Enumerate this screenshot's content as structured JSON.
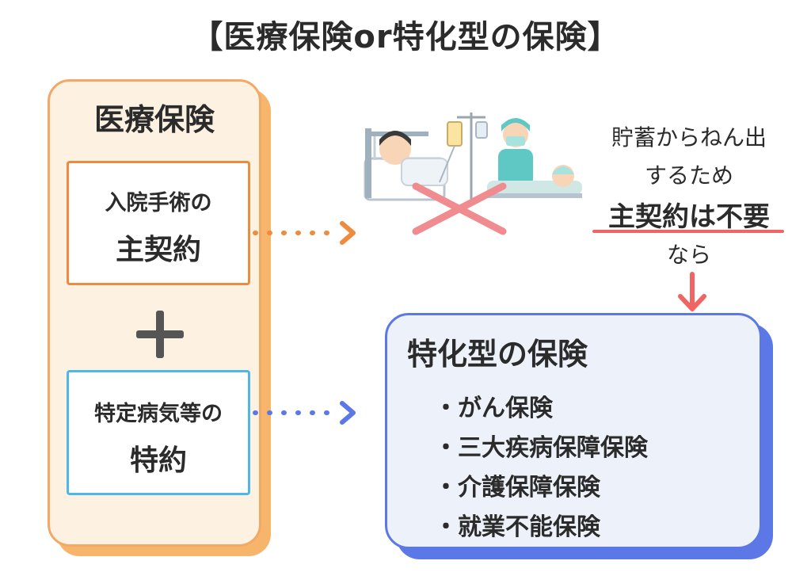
{
  "title": "【医療保険or特化型の保険】",
  "left_card": {
    "heading": "医療保険",
    "main_contract": {
      "line1": "入院手術の",
      "line2": "主契約"
    },
    "rider": {
      "line1": "特定病気等の",
      "line2": "特約"
    }
  },
  "note": {
    "line1": "貯蓄からねん出",
    "line2": "するため",
    "line3": "主契約は不要",
    "line4": "なら"
  },
  "right_card": {
    "heading": "特化型の保険",
    "items": [
      "・がん保険",
      "・三大疾病保障保険",
      "・介護保障保険",
      "・就業不能保険"
    ]
  },
  "colors": {
    "orange": "#f08a3c",
    "blue": "#5b78e6",
    "light_blue": "#4fb6e8",
    "red": "#f26464"
  }
}
